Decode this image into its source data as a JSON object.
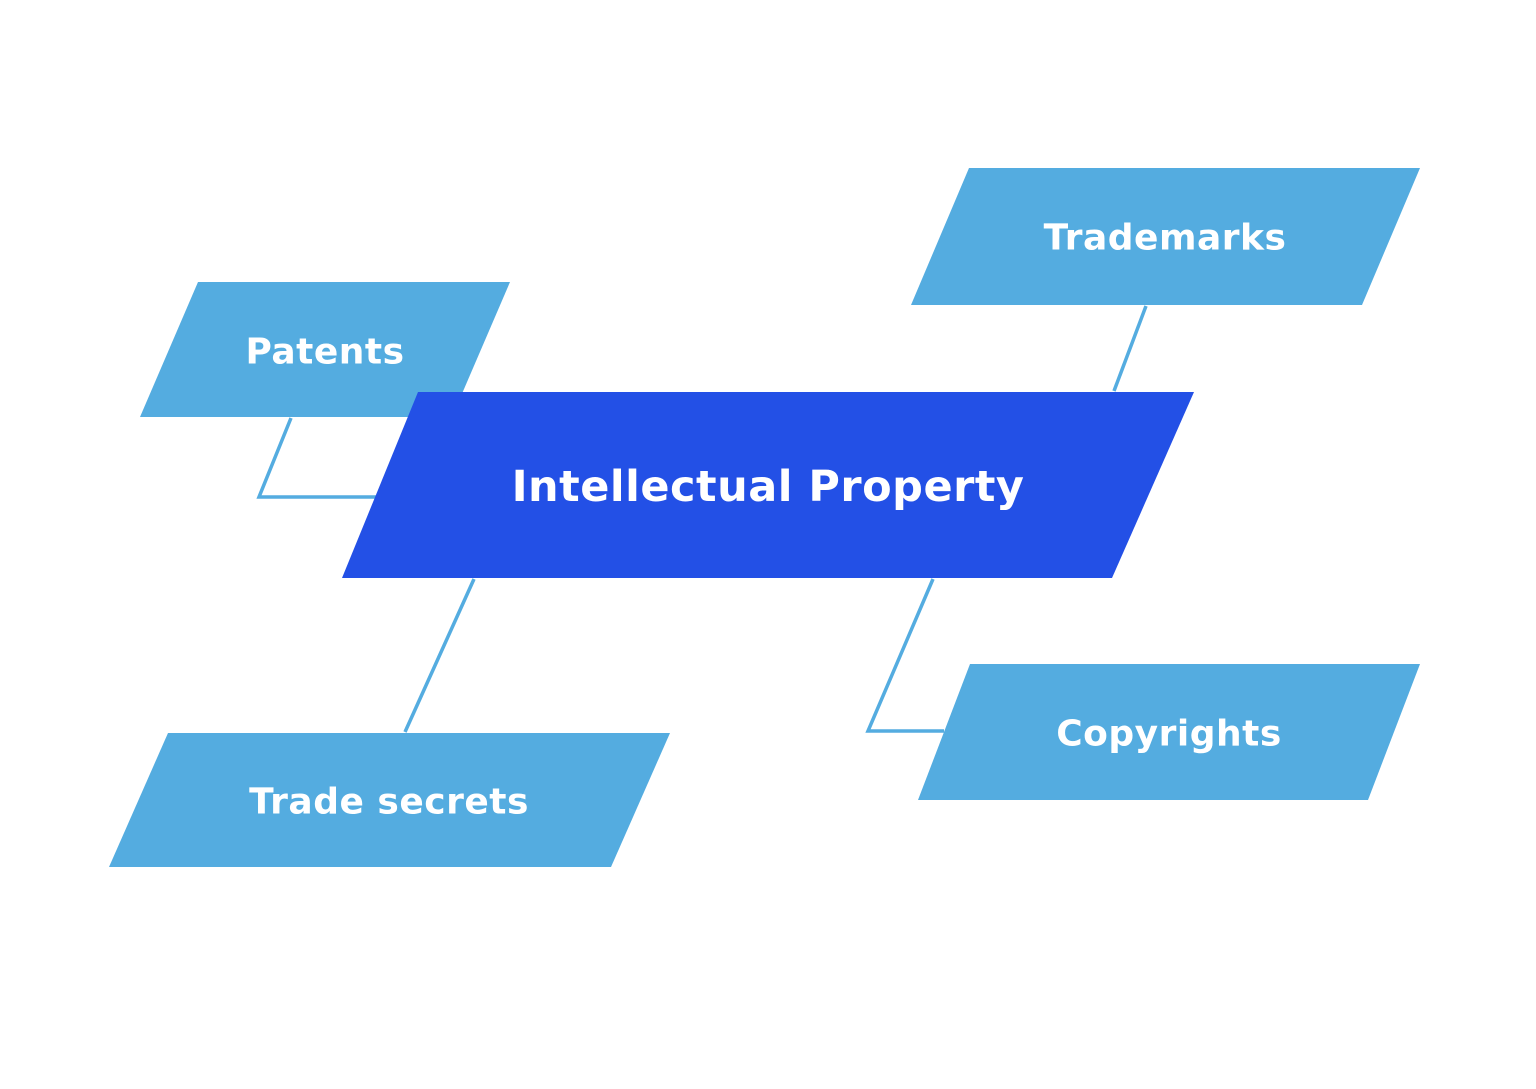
{
  "diagram": {
    "title": "Intellectual Property",
    "center_node": {
      "id": "intellectual-property",
      "label": "Intellectual Property"
    },
    "nodes": [
      {
        "id": "patents",
        "label": "Patents"
      },
      {
        "id": "trademarks",
        "label": "Trademarks"
      },
      {
        "id": "trade-secrets",
        "label": "Trade secrets"
      },
      {
        "id": "copyrights",
        "label": "Copyrights"
      }
    ],
    "colors": {
      "background": "#ffffff",
      "center_fill": "#2350e6",
      "node_fill": "#54ace0",
      "connector": "#54ace0",
      "label_text": "#ffffff"
    }
  }
}
